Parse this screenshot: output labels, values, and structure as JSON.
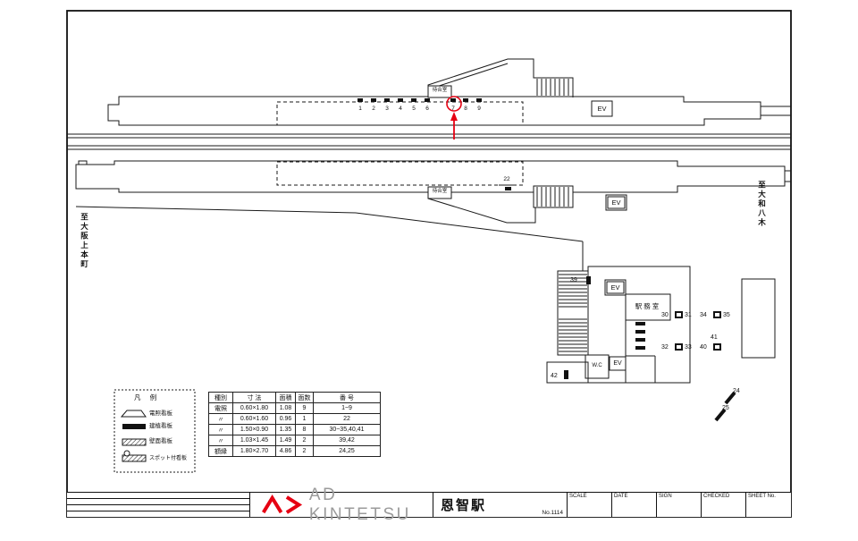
{
  "directions": {
    "left": "至大阪上本町",
    "right": "至大和八木"
  },
  "platform_top": {
    "waiting_room": "待合室",
    "ev": "EV",
    "positions": [
      "1",
      "2",
      "3",
      "4",
      "5",
      "6",
      "7",
      "8",
      "9"
    ],
    "highlighted_position": "7"
  },
  "platform_bottom": {
    "waiting_room": "待合室",
    "ev": "EV",
    "position_22": "22"
  },
  "building": {
    "label_39": "39",
    "ev_upper": "EV",
    "office": "駅務室",
    "pair_30": "30",
    "pair_31": "31",
    "pair_34": "34",
    "pair_35": "35",
    "pair_32": "32",
    "pair_33": "33",
    "label_41": "41",
    "label_40": "40",
    "wc": "W.C",
    "ev_lower": "EV",
    "label_42": "42",
    "label_24": "24",
    "label_25": "25"
  },
  "legend": {
    "title": "凡 例",
    "items": [
      {
        "label": "電照看板",
        "symbol": "outline-sign"
      },
      {
        "label": "建植看板",
        "symbol": "solid-sign"
      },
      {
        "label": "壁面看板",
        "symbol": "hatched-sign"
      },
      {
        "label": "スポット付看板",
        "symbol": "hatched-sign-with-spot"
      }
    ]
  },
  "spec_table": {
    "headers": [
      "種別",
      "寸 法",
      "面積",
      "面数",
      "番 号"
    ],
    "rows": [
      [
        "電照",
        "0.60×1.80",
        "1.08",
        "9",
        "1~9"
      ],
      [
        "〃",
        "0.60×1.60",
        "0.96",
        "1",
        "22"
      ],
      [
        "〃",
        "1.50×0.90",
        "1.35",
        "8",
        "30~35,40,41"
      ],
      [
        "〃",
        "1.03×1.45",
        "1.49",
        "2",
        "39,42"
      ],
      [
        "額縁",
        "1.80×2.70",
        "4.86",
        "2",
        "24,25"
      ]
    ]
  },
  "title_block": {
    "logo_text": "AD KINTETSU",
    "station_name": "恩智駅",
    "doc_no": "No.1114",
    "scale_label": "SCALE",
    "date_label": "DATE",
    "sign_label": "SIGN",
    "checked_label": "CHECKED",
    "sheet_label": "SHEET No."
  },
  "colors": {
    "accent_red": "#e60012",
    "logo_gray": "#9b9b9b",
    "line": "#1a1a1a"
  }
}
